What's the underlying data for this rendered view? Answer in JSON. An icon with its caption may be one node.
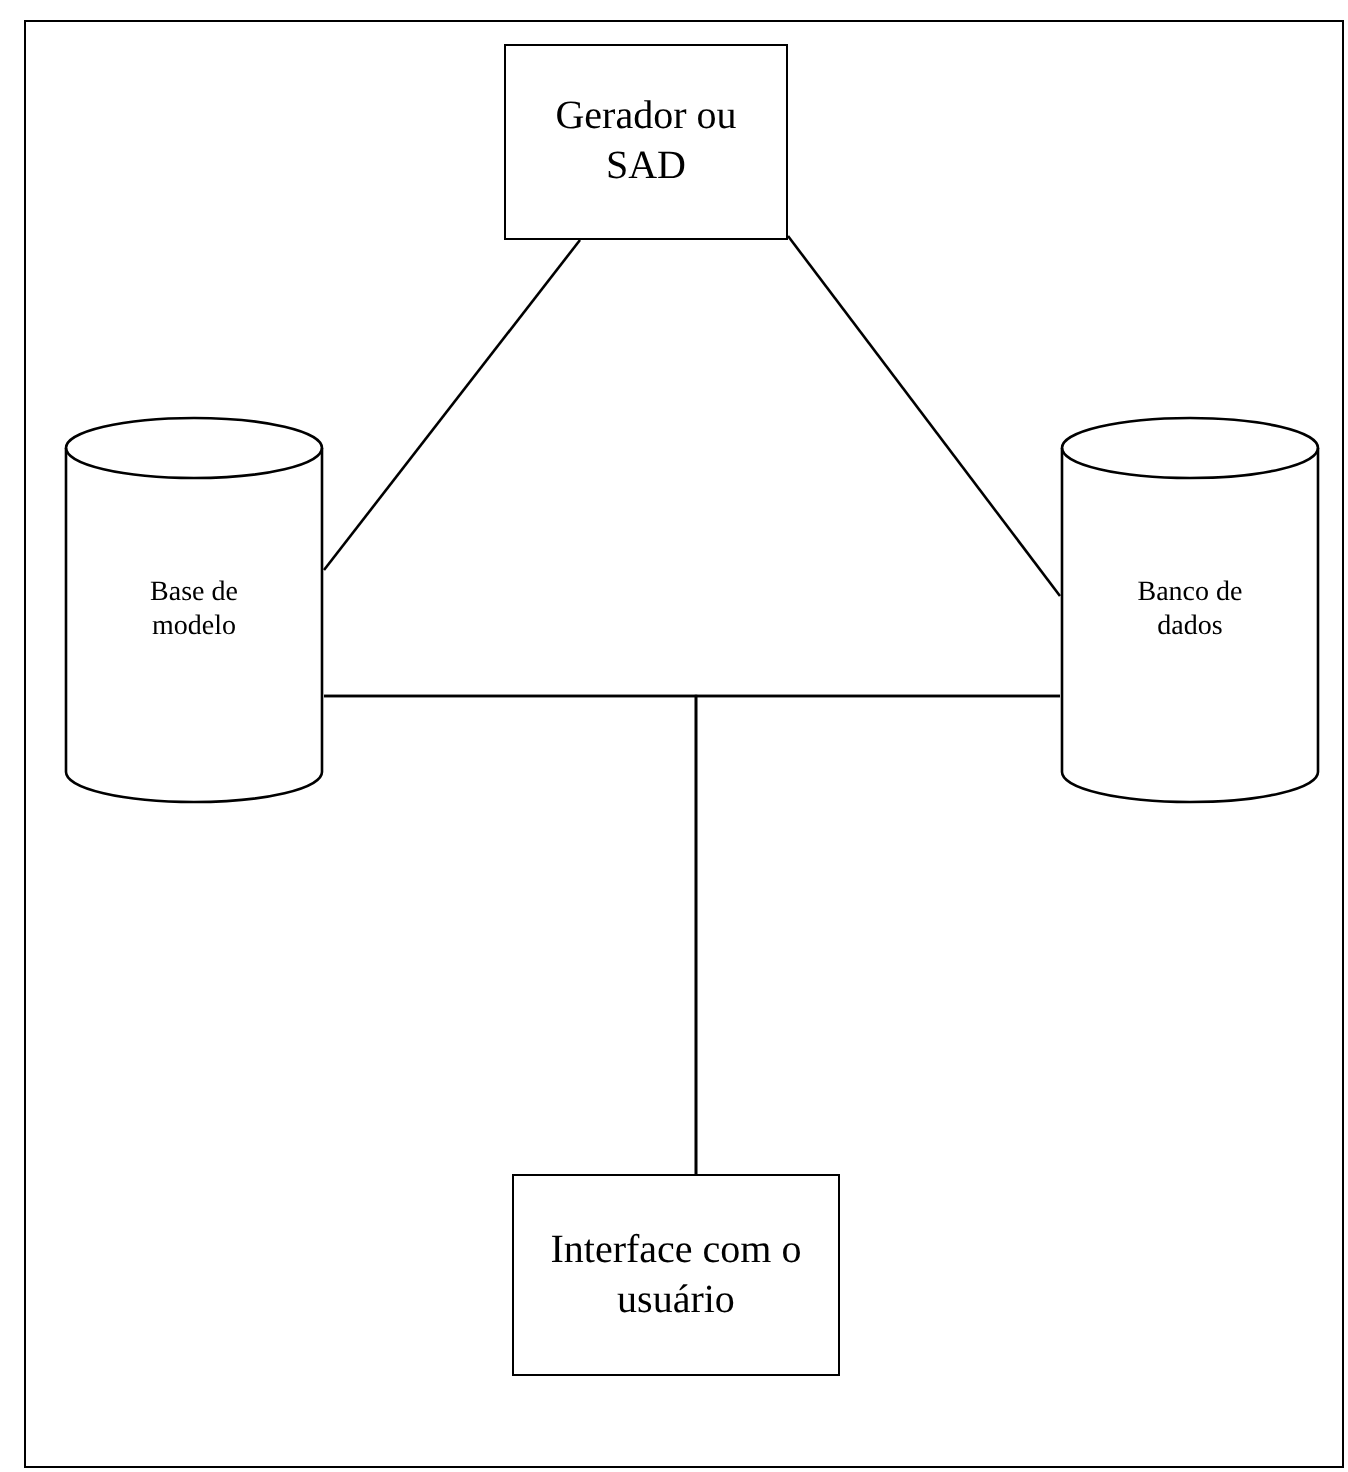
{
  "diagram": {
    "nodes": [
      {
        "text": [
          "Gerador ou SAD"
        ]
      },
      {
        "text": [
          "Base de modelo"
        ]
      },
      {
        "text": [
          "Banco de dados"
        ]
      },
      {
        "text": [
          "Interface com o usuário"
        ]
      }
    ],
    "edges": [
      {
        "from": 0,
        "to": 1,
        "arrow": "none"
      },
      {
        "from": 0,
        "to": 2,
        "arrow": "none"
      },
      {
        "from": 1,
        "to": 2,
        "arrow": "none"
      },
      {
        "from": 1,
        "to": 3,
        "arrow": "none"
      },
      {
        "from": 2,
        "to": 3,
        "arrow": "none"
      }
    ]
  }
}
